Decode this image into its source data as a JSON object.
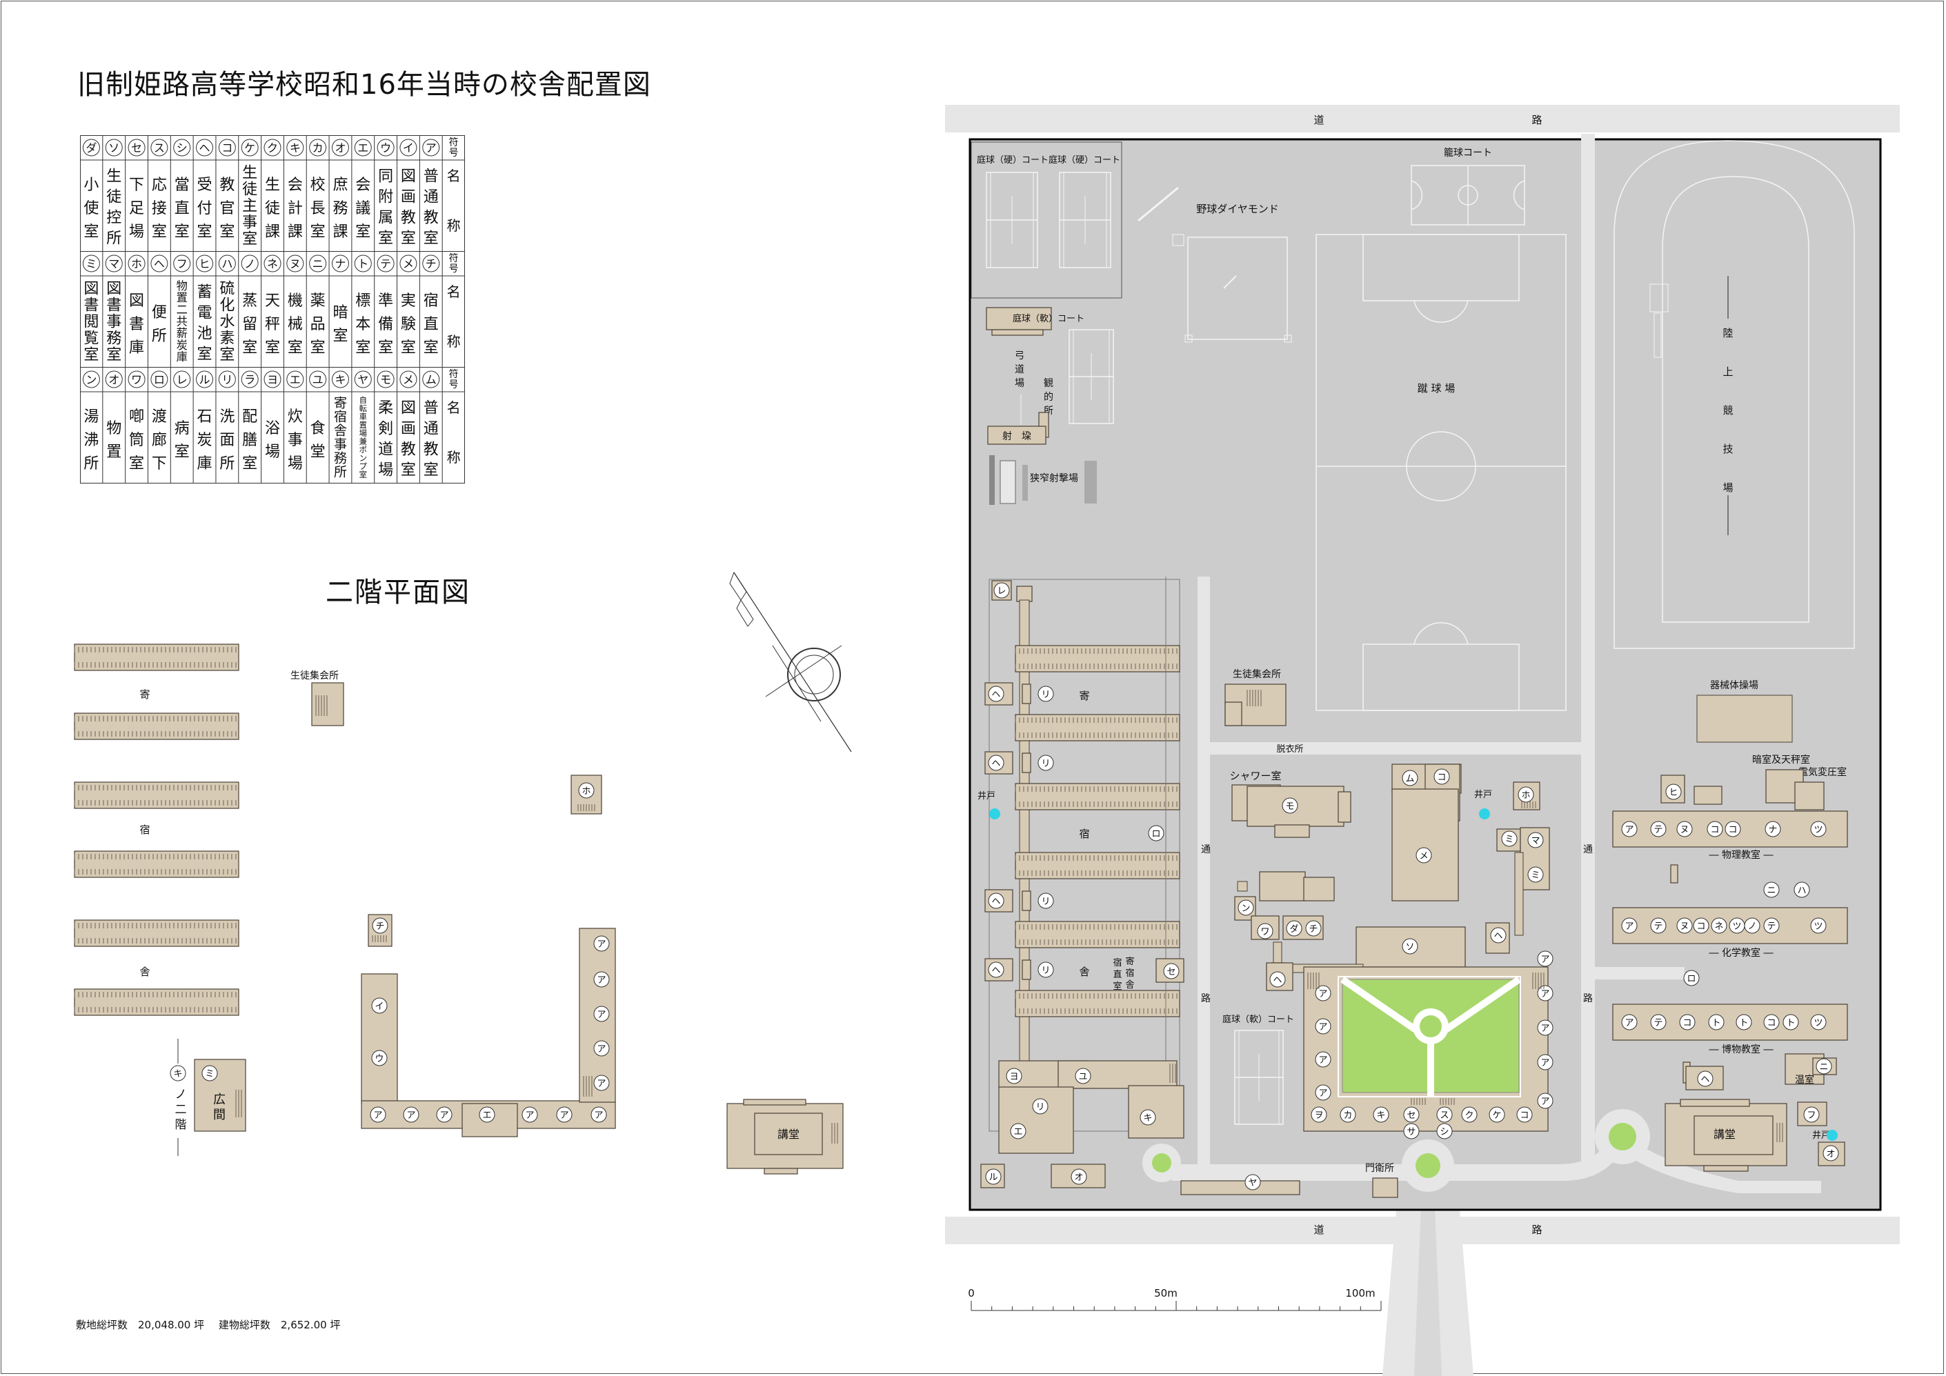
{
  "title": "旧制姫路高等学校昭和16年当時の校舎配置図",
  "second_floor_title": "二階平面図",
  "area_note": {
    "site": "敷地総坪数　20,048.00 坪",
    "building": "建物総坪数　2,652.00 坪"
  },
  "legend": {
    "header_symbol": "符号",
    "header_name": "名称",
    "rows": [
      {
        "entries": [
          {
            "sym": "ア",
            "name": "普通教室"
          },
          {
            "sym": "イ",
            "name": "図画教室"
          },
          {
            "sym": "ウ",
            "name": "同附属室"
          },
          {
            "sym": "エ",
            "name": "会議室"
          },
          {
            "sym": "オ",
            "name": "庶務課"
          },
          {
            "sym": "カ",
            "name": "校長室"
          },
          {
            "sym": "キ",
            "name": "会計課"
          },
          {
            "sym": "ク",
            "name": "生徒課"
          },
          {
            "sym": "ケ",
            "name": "生徒主事室"
          },
          {
            "sym": "コ",
            "name": "教官室"
          },
          {
            "sym": "ヘ",
            "name": "受付室"
          },
          {
            "sym": "シ",
            "name": "當直室"
          },
          {
            "sym": "ス",
            "name": "応接室"
          },
          {
            "sym": "セ",
            "name": "下足場"
          },
          {
            "sym": "ソ",
            "name": "生徒控所"
          },
          {
            "sym": "ダ",
            "name": "小使室"
          }
        ]
      },
      {
        "entries": [
          {
            "sym": "チ",
            "name": "宿直室"
          },
          {
            "sym": "メ",
            "name": "実験室"
          },
          {
            "sym": "テ",
            "name": "準備室"
          },
          {
            "sym": "ト",
            "name": "標本室"
          },
          {
            "sym": "ナ",
            "name": "暗室"
          },
          {
            "sym": "ニ",
            "name": "薬品室"
          },
          {
            "sym": "ヌ",
            "name": "機械室"
          },
          {
            "sym": "ネ",
            "name": "天秤室"
          },
          {
            "sym": "ノ",
            "name": "蒸留室"
          },
          {
            "sym": "ハ",
            "name": "硫化水素室"
          },
          {
            "sym": "ヒ",
            "name": "蓄電池室"
          },
          {
            "sym": "フ",
            "name": "物置二共薪炭庫"
          },
          {
            "sym": "ヘ",
            "name": "便所"
          },
          {
            "sym": "ホ",
            "name": "図書庫"
          },
          {
            "sym": "マ",
            "name": "図書事務室"
          },
          {
            "sym": "ミ",
            "name": "図書閲覧室"
          }
        ]
      },
      {
        "entries": [
          {
            "sym": "ム",
            "name": "普通教室"
          },
          {
            "sym": "メ",
            "name": "図画教室"
          },
          {
            "sym": "モ",
            "name": "柔剣道場"
          },
          {
            "sym": "ヤ",
            "name": "自転車置場兼ポンプ室"
          },
          {
            "sym": "キ",
            "name": "寄宿舎事務所"
          },
          {
            "sym": "ユ",
            "name": "食堂"
          },
          {
            "sym": "エ",
            "name": "炊事場"
          },
          {
            "sym": "ヨ",
            "name": "浴場"
          },
          {
            "sym": "ラ",
            "name": "配膳室"
          },
          {
            "sym": "リ",
            "name": "洗面所"
          },
          {
            "sym": "ル",
            "name": "石炭庫"
          },
          {
            "sym": "レ",
            "name": "病室"
          },
          {
            "sym": "ロ",
            "name": "渡廊下"
          },
          {
            "sym": "ワ",
            "name": "喞筒室"
          },
          {
            "sym": "オ",
            "name": "物置"
          },
          {
            "sym": "ン",
            "name": "湯沸所"
          }
        ]
      }
    ]
  },
  "floor2": {
    "dorm_labels": [
      "寄",
      "宿",
      "舎"
    ],
    "student_hall": "生徒集会所",
    "auditorium": "講堂",
    "hiroma": "広間",
    "kiji_floor": "ノ二階",
    "kiji_sym": "キ",
    "syms": {
      "ho": "ホ",
      "chi": "チ",
      "i": "イ",
      "u": "ウ",
      "a": "ア",
      "e": "エ",
      "mi": "ミ"
    }
  },
  "site_map": {
    "road_top_a": "道",
    "road_top_b": "路",
    "road_bottom_a": "道",
    "road_bottom_b": "路",
    "tennis_hard_1": "庭球（硬）コート",
    "tennis_hard_2": "庭球（硬）コート",
    "basketball": "籠球コート",
    "baseball": "野球ダイヤモンド",
    "tennis_soft_1": "庭球（軟）コート",
    "kyudo": "弓道場",
    "kanteki": "観的所",
    "shaza": "射　垜",
    "shooting": "狭窄射撃場",
    "soccer": "蹴 球 場",
    "track": [
      "陸",
      "上",
      "競",
      "技",
      "場"
    ],
    "gymnastics": "器械体操場",
    "student_hall": "生徒集会所",
    "dressing": "脱衣所",
    "shower": "シャワー室",
    "well_1": "井戸",
    "well_2": "井戸",
    "well_3": "井戸",
    "dorm_yose": "寄",
    "dorm_shuku": "宿",
    "dorm_sha": "舎",
    "dorm_office": "寄宿舎宿直室",
    "passage_a": "通",
    "passage_b": "路",
    "passage_c": "通",
    "passage_d": "路",
    "tennis_soft_2": "庭球（軟）コート",
    "darkroom": "暗室及天秤室",
    "transformer": "電気変圧室",
    "physics": "― 物理教室 ―",
    "chemistry": "― 化学教室 ―",
    "natural_history": "― 博物教室 ―",
    "greenhouse": "温室",
    "auditorium": "講堂",
    "gate": "門衛所",
    "scale_0": "0",
    "scale_50": "50m",
    "scale_100": "100m"
  },
  "colors": {
    "building": "#d8cbb5",
    "building_stroke": "#4a4036",
    "ground": "#cccccc",
    "road": "#e6e6e6",
    "courtyard": "#a8d86c",
    "well": "#2ed3e6"
  }
}
